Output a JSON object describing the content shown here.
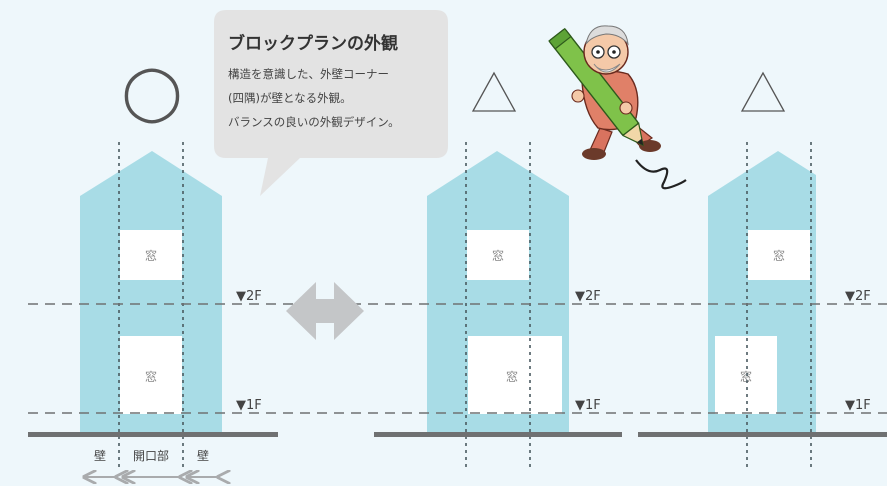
{
  "callout": {
    "title": "ブロックプランの外観",
    "lines": [
      "構造を意識した、外壁コーナー",
      "(四隅)が壁となる外観。",
      "バランスの良いの外観デザイン。"
    ]
  },
  "evaluations": [
    "◯",
    "△",
    "△"
  ],
  "window_label": "窓",
  "floor_labels": {
    "second": "▼2F",
    "first": "▼1F"
  },
  "dimension_labels": {
    "wall_left": "壁",
    "opening": "開口部",
    "wall_right": "壁"
  },
  "colors": {
    "background": "#eef7fb",
    "building": "#a8dce6",
    "window": "#ffffff",
    "ground": "#6f7172",
    "dashed_line": "#6f7172",
    "arrow": "#c4c6c8",
    "callout_bg": "#e3e3e3"
  }
}
